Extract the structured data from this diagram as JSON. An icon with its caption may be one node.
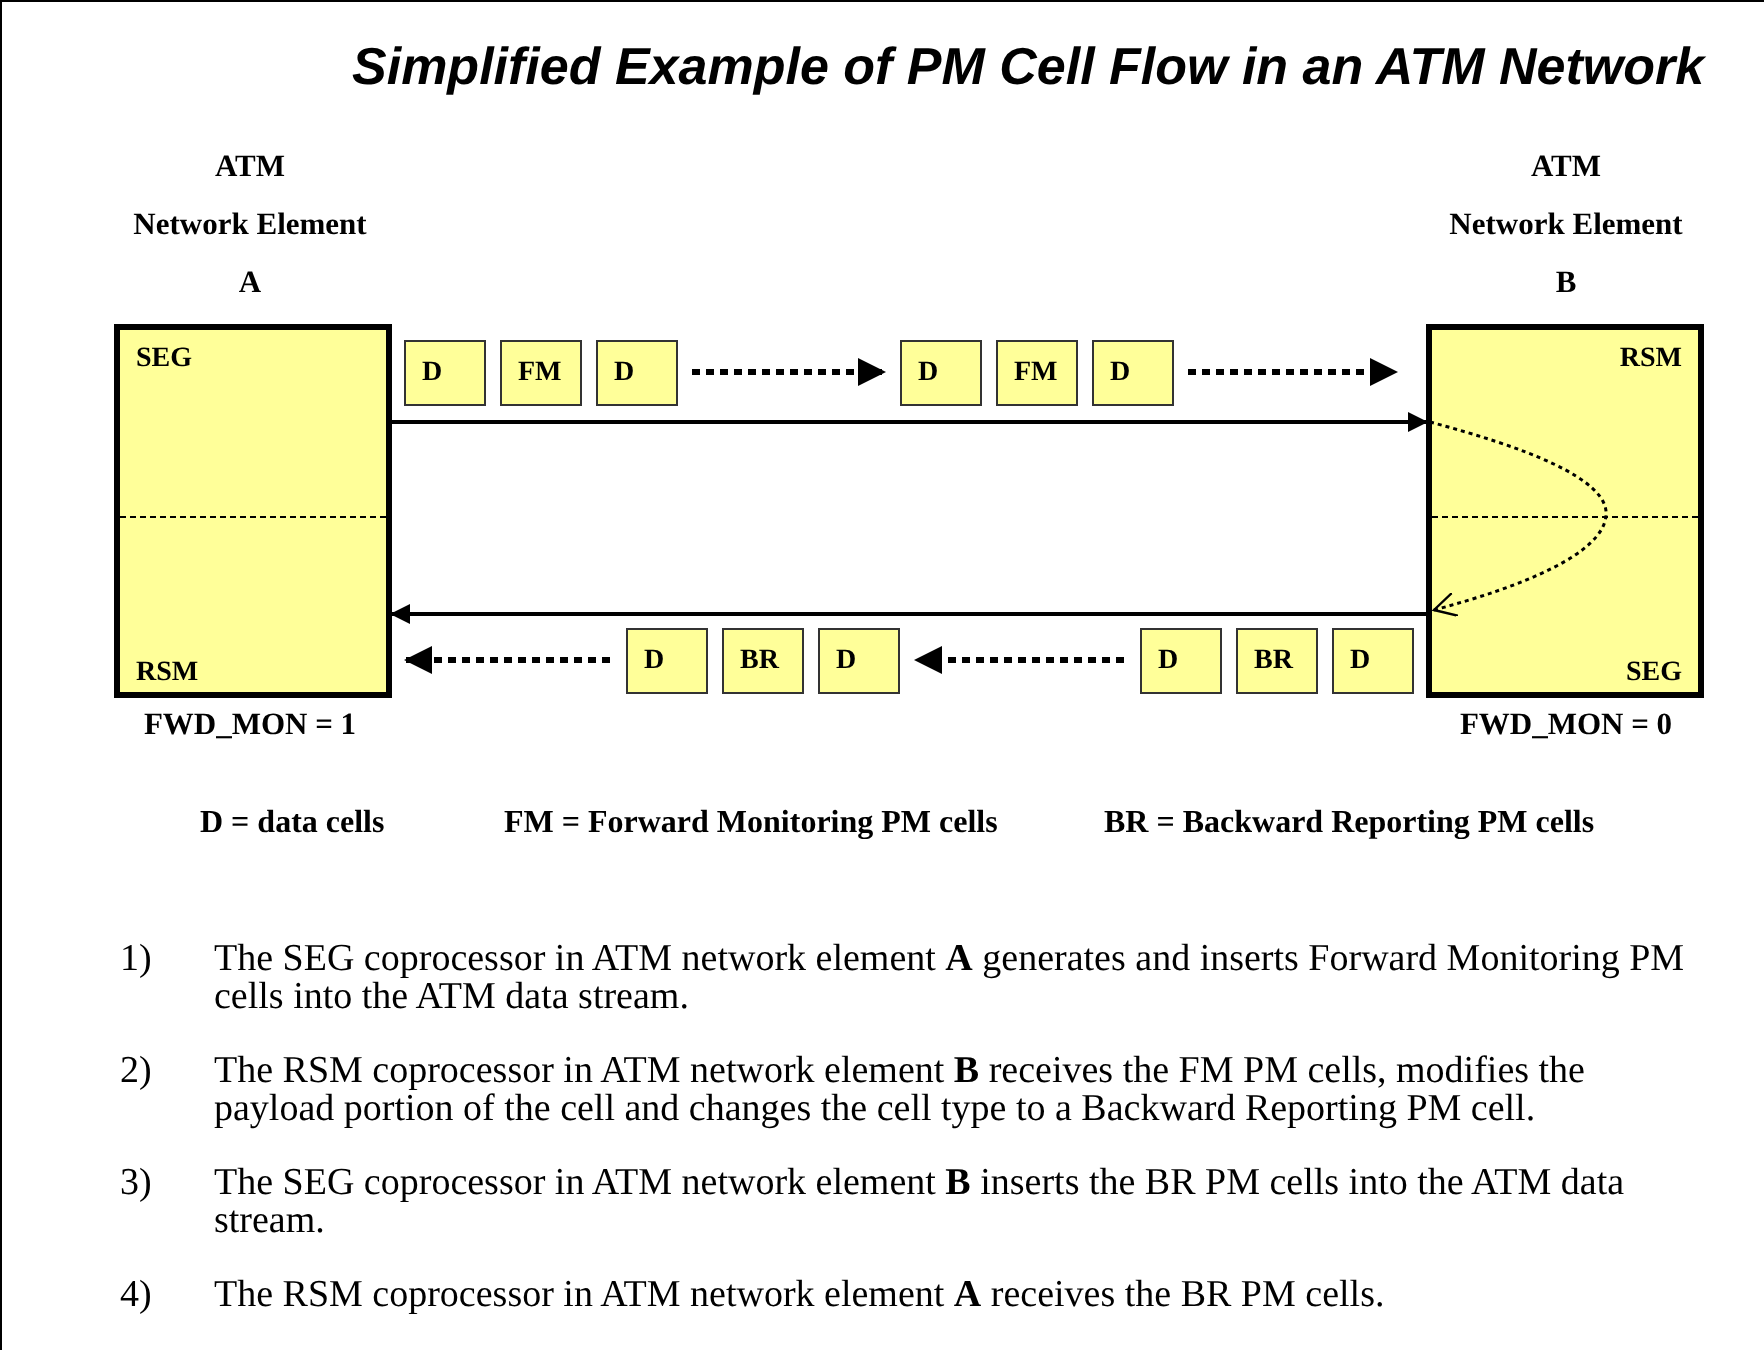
{
  "diagram": {
    "title": "Simplified Example of PM Cell Flow in an ATM Network",
    "nodes": [
      {
        "text": [
          "ATM",
          "Network Element",
          "A",
          "SEG",
          "RSM"
        ],
        "beside": [
          "FWD_MON = 1"
        ]
      },
      {
        "text": [
          "ATM",
          "Network Element",
          "B",
          "RSM",
          "SEG"
        ],
        "beside": [
          "FWD_MON = 0"
        ]
      },
      {
        "text": [
          "D"
        ]
      },
      {
        "text": [
          "FM"
        ]
      },
      {
        "text": [
          "D"
        ]
      },
      {
        "text": [
          "D"
        ]
      },
      {
        "text": [
          "FM"
        ]
      },
      {
        "text": [
          "D"
        ]
      },
      {
        "text": [
          "D"
        ]
      },
      {
        "text": [
          "BR"
        ]
      },
      {
        "text": [
          "D"
        ]
      },
      {
        "text": [
          "D"
        ]
      },
      {
        "text": [
          "BR"
        ]
      },
      {
        "text": [
          "D"
        ]
      }
    ],
    "edges": [
      {
        "from": 4,
        "to": 5,
        "arrow": "to",
        "style": "dashed"
      },
      {
        "from": 7,
        "to": 1,
        "arrow": "to",
        "style": "dashed"
      },
      {
        "from": 0,
        "to": 1,
        "arrow": "to"
      },
      {
        "from": 1,
        "to": 1,
        "arrow": "to",
        "style": "dashed"
      },
      {
        "from": 1,
        "to": 0,
        "arrow": "to"
      },
      {
        "from": 11,
        "to": 10,
        "arrow": "to",
        "style": "dashed"
      },
      {
        "from": 8,
        "to": 0,
        "arrow": "to",
        "style": "dashed"
      }
    ],
    "labels": [
      "D = data cells",
      "FM = Forward Monitoring PM cells",
      "BR = Backward Reporting PM cells",
      "1)",
      "The SEG coprocessor in ATM network element **A** generates and inserts Forward Monitoring PM cells into the ATM data stream.",
      "2)",
      "The RSM coprocessor in ATM network element **B** receives the FM PM cells, modifies the payload portion of the cell and changes the cell type to a Backward Reporting PM cell.",
      "3)",
      "The SEG coprocessor in ATM network element **B** inserts the BR PM cells into the ATM data stream.",
      "4)",
      "The RSM coprocessor in ATM network element **A** receives the BR PM cells."
    ]
  }
}
